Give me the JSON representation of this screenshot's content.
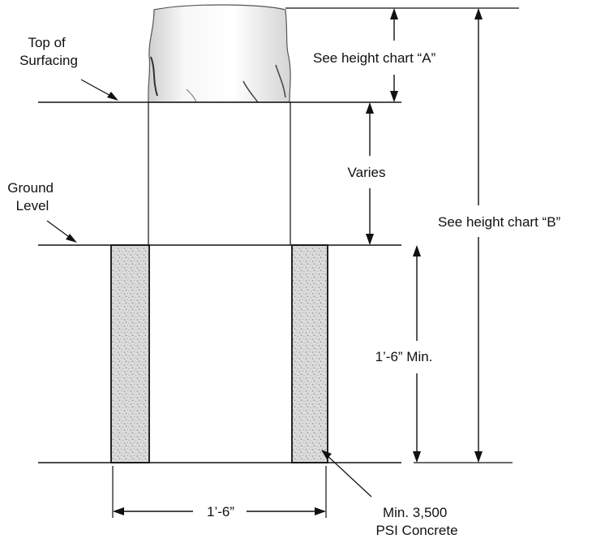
{
  "labels": {
    "top_of_surfacing_line1": "Top of",
    "top_of_surfacing_line2": "Surfacing",
    "ground_level_line1": "Ground",
    "ground_level_line2": "Level",
    "height_chart_a": "See height chart “A”",
    "height_chart_b": "See height chart “B”",
    "varies": "Varies",
    "depth_min": "1’-6” Min.",
    "width": "1’-6”",
    "concrete_line1": "Min. 3,500",
    "concrete_line2": "PSI Concrete"
  },
  "colors": {
    "line": "#111111",
    "concrete_fill": "#d9d9d9",
    "post_fill": "#f4f4f4",
    "background": "#ffffff"
  }
}
